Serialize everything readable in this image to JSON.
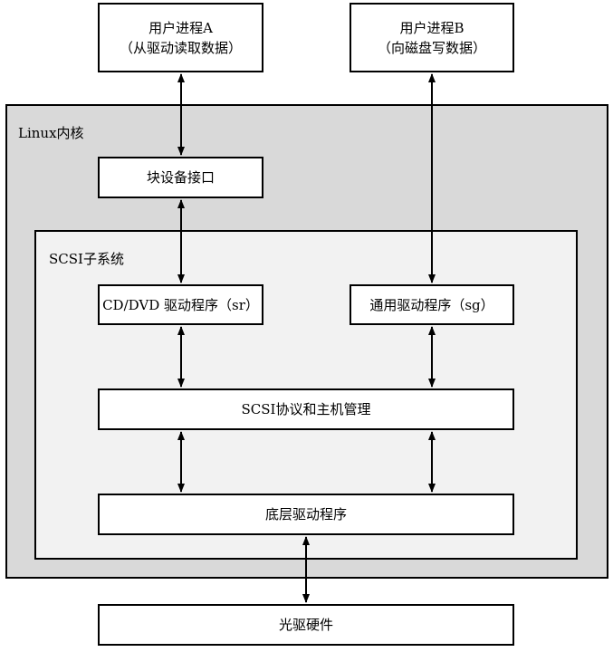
{
  "kernel": {
    "label": "Linux内核"
  },
  "scsi_subsystem": {
    "label": "SCSI子系统"
  },
  "nodes": {
    "user_a": {
      "line1": "用户进程A",
      "line2": "（从驱动读取数据）"
    },
    "user_b": {
      "line1": "用户进程B",
      "line2": "（向磁盘写数据）"
    },
    "block_interface": {
      "label": "块设备接口"
    },
    "sr_driver": {
      "label": "CD/DVD 驱动程序（sr）"
    },
    "sg_driver": {
      "label": "通用驱动程序（sg）"
    },
    "scsi_protocol": {
      "label": "SCSI协议和主机管理"
    },
    "low_level_driver": {
      "label": "底层驱动程序"
    },
    "optical_hardware": {
      "label": "光驱硬件"
    }
  },
  "edges": [
    {
      "from": "user_a",
      "to": "block_interface",
      "direction": "bidirectional"
    },
    {
      "from": "block_interface",
      "to": "sr_driver",
      "direction": "bidirectional"
    },
    {
      "from": "user_b",
      "to": "sg_driver",
      "direction": "bidirectional"
    },
    {
      "from": "sr_driver",
      "to": "scsi_protocol",
      "direction": "bidirectional"
    },
    {
      "from": "sg_driver",
      "to": "scsi_protocol",
      "direction": "bidirectional"
    },
    {
      "from": "scsi_protocol",
      "to": "low_level_driver",
      "direction": "bidirectional"
    },
    {
      "from": "scsi_protocol",
      "to": "low_level_driver",
      "direction": "bidirectional"
    },
    {
      "from": "low_level_driver",
      "to": "optical_hardware",
      "direction": "bidirectional"
    }
  ]
}
